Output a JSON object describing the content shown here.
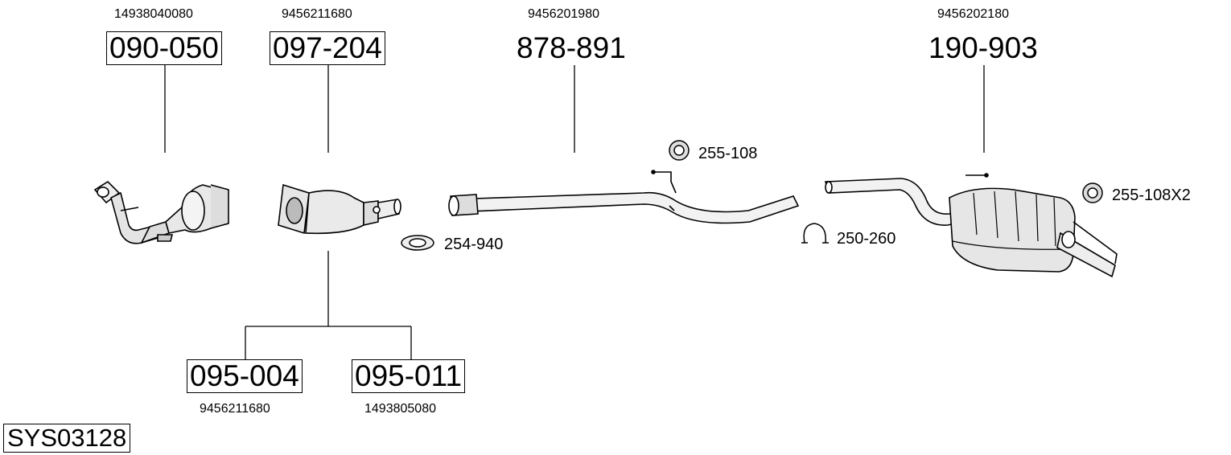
{
  "parts": [
    {
      "oe": "14938040080",
      "code": "090-050"
    },
    {
      "oe": "9456211680",
      "code": "097-204"
    },
    {
      "oe": "9456201980",
      "code": "878-891"
    },
    {
      "oe": "9456202180",
      "code": "190-903"
    },
    {
      "oe": "9456211680",
      "code": "095-004"
    },
    {
      "oe": "1493805080",
      "code": "095-011"
    }
  ],
  "accessories": [
    {
      "code": "255-108"
    },
    {
      "code": "254-940"
    },
    {
      "code": "250-260"
    },
    {
      "code": "255-108X2"
    }
  ],
  "system_code": "SYS03128"
}
